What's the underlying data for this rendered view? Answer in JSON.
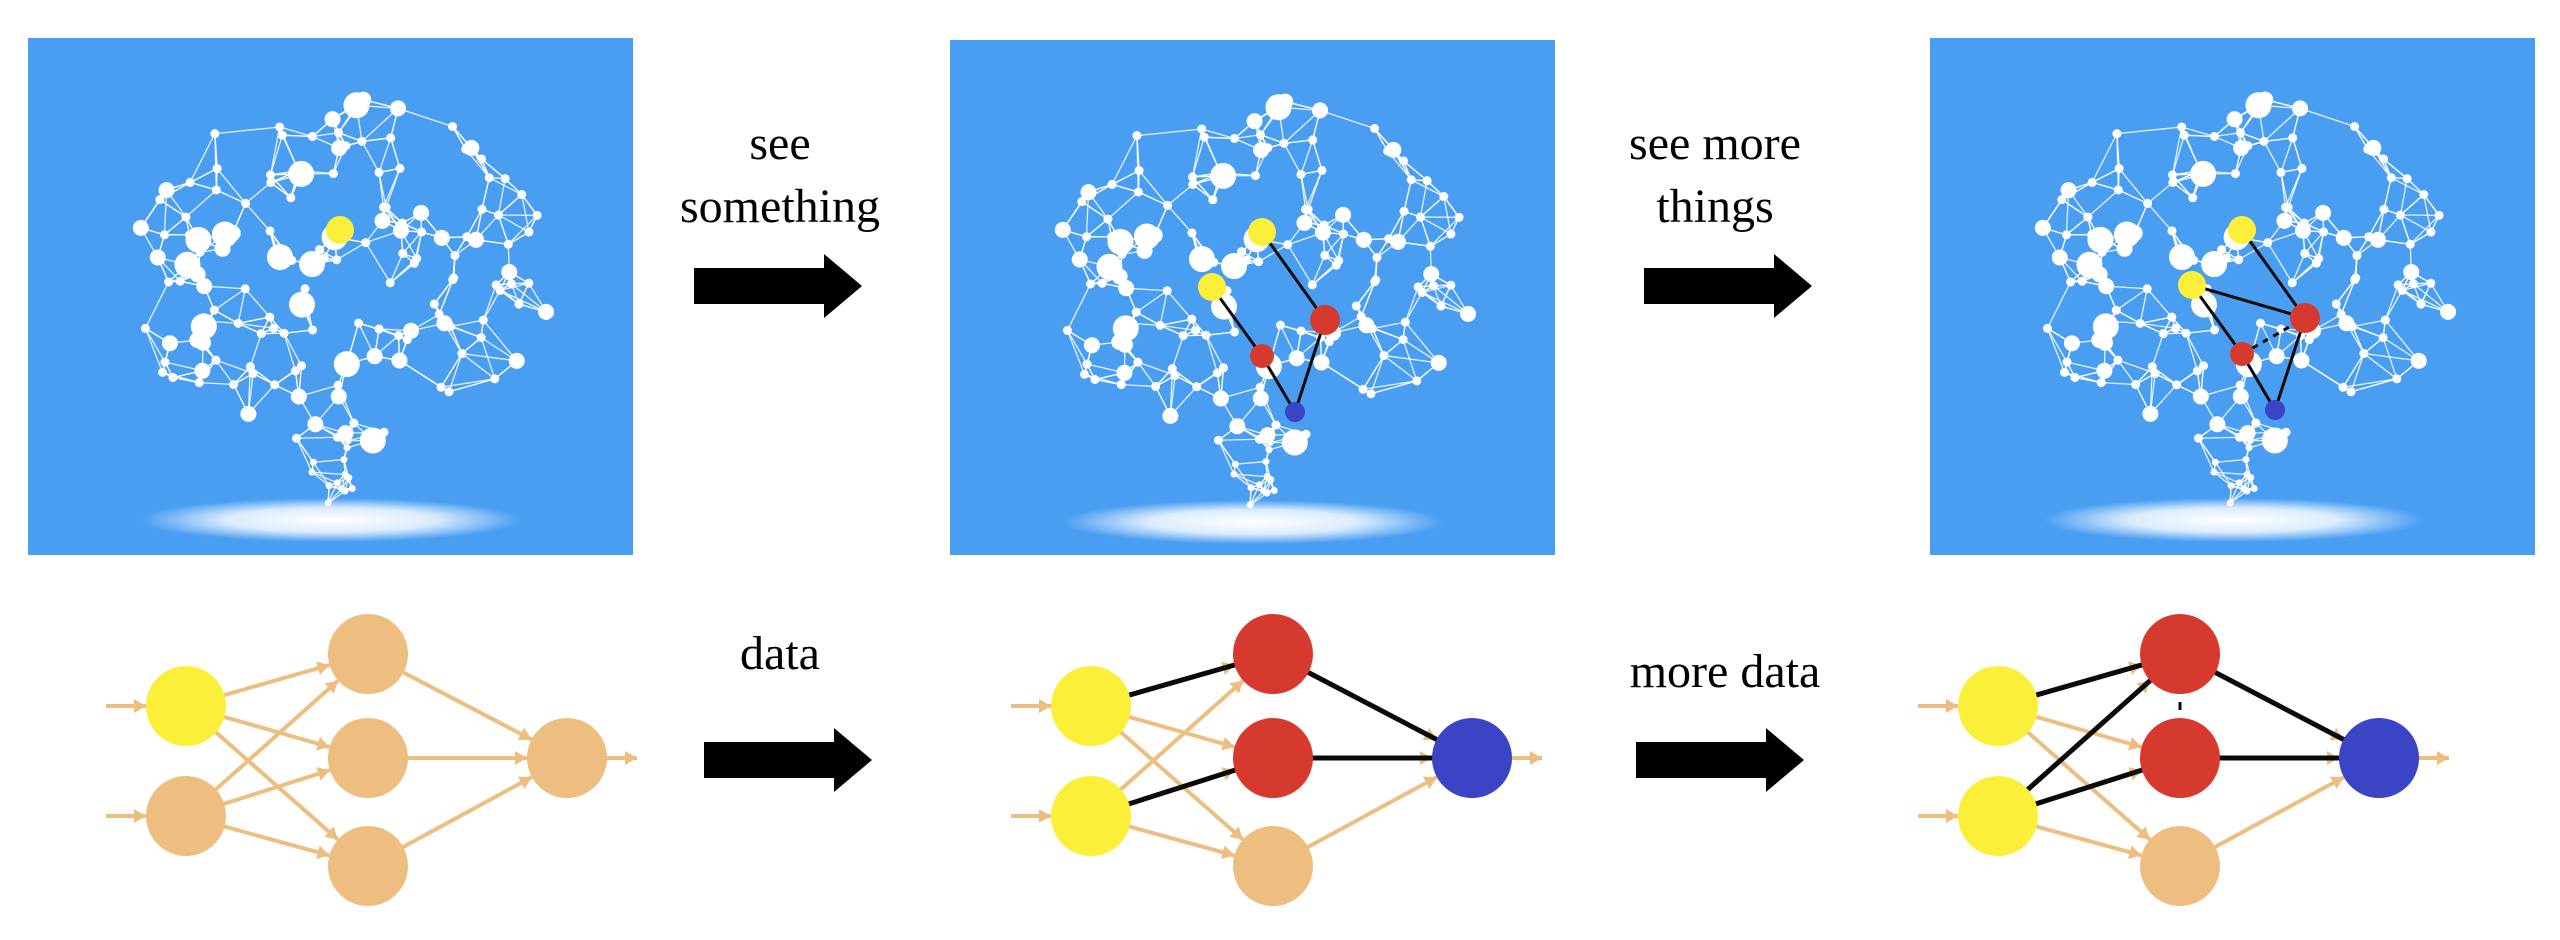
{
  "transitions": [
    {
      "text": "see\nsomething"
    },
    {
      "text": "see more\nthings"
    },
    {
      "text": "data"
    },
    {
      "text": "more data"
    }
  ],
  "colors": {
    "panel_blue": "#4a9ef2",
    "node_white": "#ffffff",
    "active_yellow": "#fcef3a",
    "active_red": "#d63a2e",
    "active_blue": "#3a44c4",
    "inactive_tan": "#edbe7f",
    "link_black": "#0a0a0a",
    "arrow_black": "#000000"
  },
  "brain_panels": [
    {
      "name": "brain-panel-initial",
      "stage": 0
    },
    {
      "name": "brain-panel-after-data",
      "stage": 1
    },
    {
      "name": "brain-panel-after-more-data",
      "stage": 2
    }
  ],
  "networks": [
    {
      "name": "network-initial",
      "inputs": [
        "active_yellow",
        "inactive_tan"
      ],
      "hidden": [
        "inactive_tan",
        "inactive_tan",
        "inactive_tan"
      ],
      "output": "inactive_tan",
      "strong_links": [],
      "dashed_links": []
    },
    {
      "name": "network-after-data",
      "inputs": [
        "active_yellow",
        "active_yellow"
      ],
      "hidden": [
        "active_red",
        "active_red",
        "inactive_tan"
      ],
      "output": "active_blue",
      "strong_links": [
        [
          "i0",
          "h0"
        ],
        [
          "i1",
          "h1"
        ],
        [
          "h0",
          "o"
        ],
        [
          "h1",
          "o"
        ]
      ],
      "dashed_links": []
    },
    {
      "name": "network-after-more-data",
      "inputs": [
        "active_yellow",
        "active_yellow"
      ],
      "hidden": [
        "active_red",
        "active_red",
        "inactive_tan"
      ],
      "output": "active_blue",
      "strong_links": [
        [
          "i0",
          "h0"
        ],
        [
          "i1",
          "h0"
        ],
        [
          "i1",
          "h1"
        ],
        [
          "h0",
          "o"
        ],
        [
          "h1",
          "o"
        ]
      ],
      "dashed_links": [
        [
          "h0",
          "h1"
        ]
      ]
    }
  ]
}
